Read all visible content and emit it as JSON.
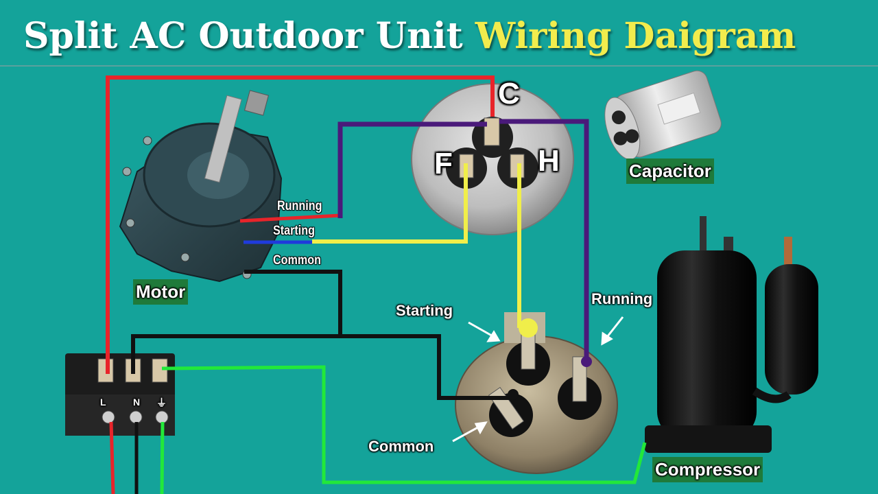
{
  "title": {
    "part1": "Split AC Outdoor Unit",
    "part2": "Wiring Daigram"
  },
  "capacitor_terminals": {
    "common": "C",
    "fan": "F",
    "herm": "H"
  },
  "components": {
    "motor": "Motor",
    "capacitor": "Capacitor",
    "compressor": "Compressor",
    "terminal_block": {
      "line": "L",
      "neutral": "N",
      "earth": "⏚"
    }
  },
  "motor_wires": {
    "running": "Running",
    "starting": "Starting",
    "common": "Common"
  },
  "compressor_terminals": {
    "starting": "Starting",
    "running": "Running",
    "common": "Common"
  },
  "colors": {
    "background": "#14a39a",
    "live_wire": "#e8242a",
    "neutral_wire": "#111111",
    "earth_wire": "#22e83a",
    "fan_wire": "#f0ee4a",
    "herm_wire": "#4a1a7a",
    "starting_motor_wire": "#1f3bdc",
    "title_accent": "#f2ec4d",
    "label_box": "#1f7a3a"
  }
}
